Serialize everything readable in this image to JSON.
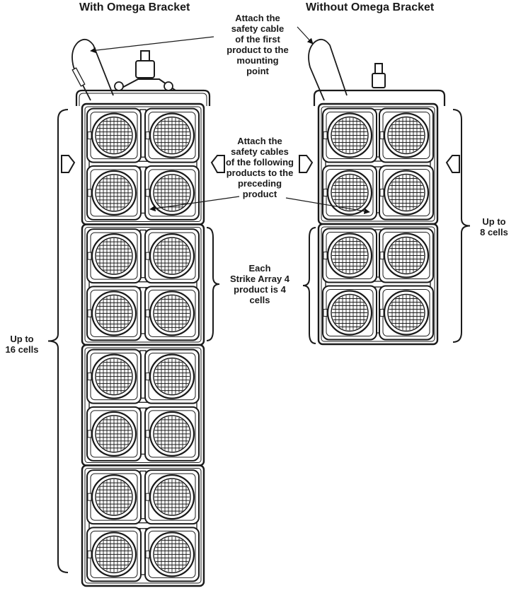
{
  "headings": {
    "with_bracket": "With Omega Bracket",
    "without_bracket": "Without Omega Bracket"
  },
  "callouts": {
    "first_product": [
      "Attach the",
      "safety cable",
      "of the first",
      "product to the",
      "mounting",
      "point"
    ],
    "following_products": [
      "Attach the",
      "safety cables",
      "of the following",
      "products to the",
      "preceding",
      "product"
    ],
    "each_product": [
      "Each",
      "Strike Array 4",
      "product is 4",
      "cells"
    ],
    "up_to_8": [
      "Up to",
      "8 cells"
    ],
    "up_to_16": [
      "Up to",
      "16 cells"
    ]
  },
  "stacks": {
    "with_bracket_products": 4,
    "without_bracket_products": 2,
    "cells_per_product": 4
  }
}
